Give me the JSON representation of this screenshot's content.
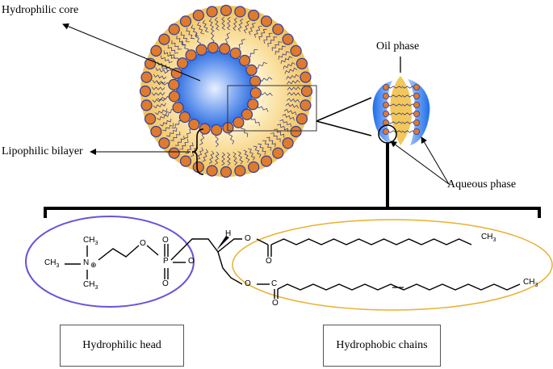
{
  "labels": {
    "hydrophilic_core": "Hydrophilic core",
    "lipophilic_bilayer": "Lipophilic bilayer",
    "oil_phase": "Oil phase",
    "aqueous_phase": "Aqueous phase",
    "hydrophilic_head": "Hydrophilic head",
    "hydrophobic_chains": "Hydrophobic chains"
  },
  "molecule": {
    "ch3": "CH",
    "sub3": "3",
    "n_plus": "N",
    "o": "O",
    "p": "P",
    "h": "H",
    "c": "C"
  },
  "colors": {
    "head_orange": "#e07a2c",
    "head_outline": "#2e3f9e",
    "tail_yellow": "#f2c75c",
    "core_blue": "#2f7be8",
    "ellipse_purple": "#7b5ce0",
    "ellipse_gold": "#e8b030"
  }
}
